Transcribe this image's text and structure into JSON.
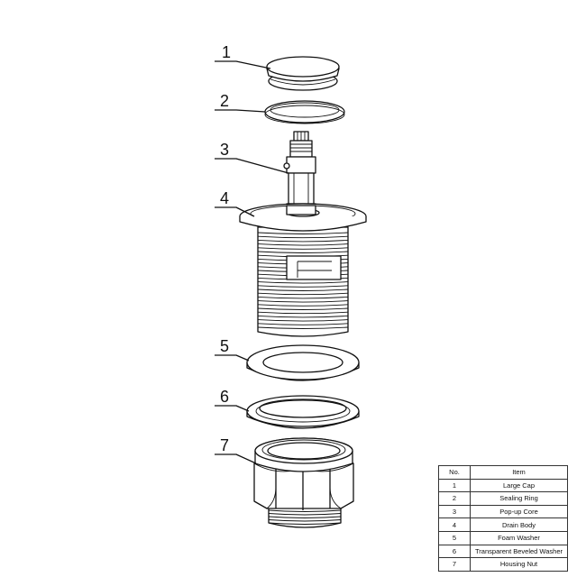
{
  "callouts": [
    "1",
    "2",
    "3",
    "4",
    "5",
    "6",
    "7"
  ],
  "table": {
    "headers": {
      "no": "No.",
      "item": "Item"
    },
    "rows": [
      {
        "no": "1",
        "item": "Large Cap"
      },
      {
        "no": "2",
        "item": "Sealing Ring"
      },
      {
        "no": "3",
        "item": "Pop-up Core"
      },
      {
        "no": "4",
        "item": "Drain Body"
      },
      {
        "no": "5",
        "item": "Foam Washer"
      },
      {
        "no": "6",
        "item": "Transparent Beveled Washer"
      },
      {
        "no": "7",
        "item": "Housing Nut"
      }
    ]
  }
}
